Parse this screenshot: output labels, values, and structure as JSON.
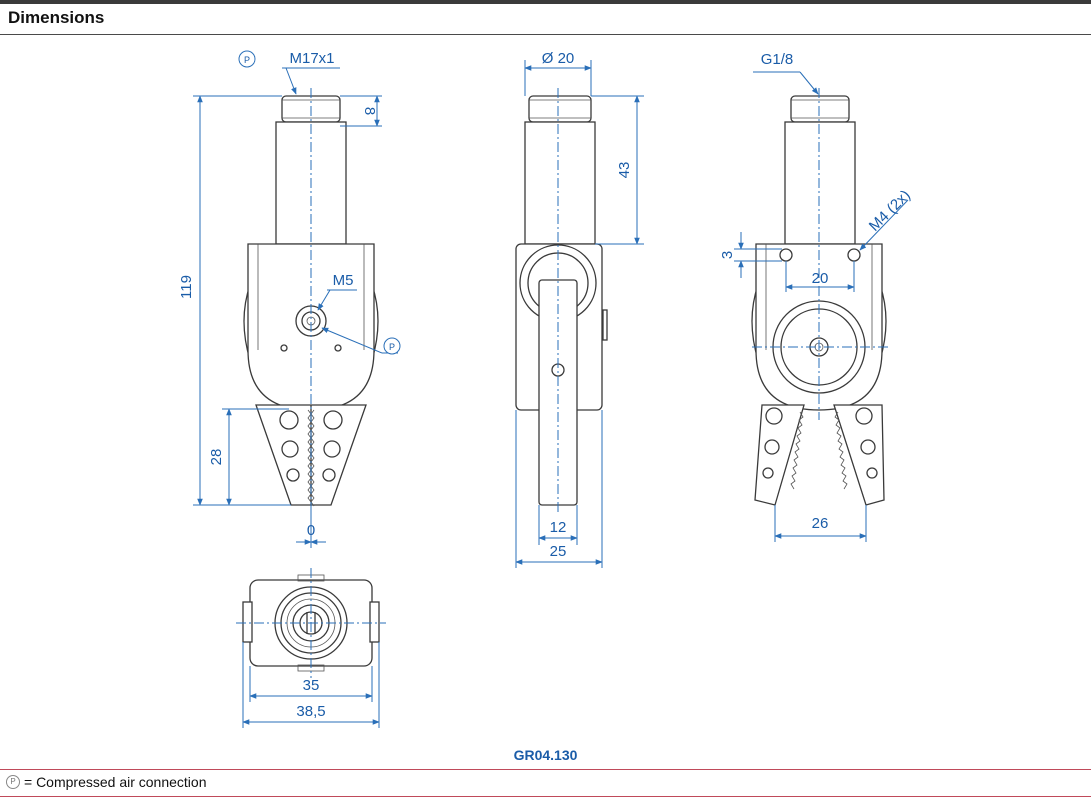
{
  "header": {
    "title": "Dimensions"
  },
  "front_view": {
    "port_symbol": "P",
    "thread_label": "M17x1",
    "dim_thread_len": "8",
    "dim_total_height": "119",
    "hole_label": "M5",
    "side_port_symbol": "P",
    "dim_jaw_len": "28",
    "dim_offset": "0"
  },
  "side_view": {
    "dim_diameter": "Ø 20",
    "dim_shaft_len": "43",
    "dim_jaw_width": "12",
    "dim_body_width": "25"
  },
  "open_view": {
    "port_label": "G1/8",
    "mount_label": "M4 (2x)",
    "dim_hole_offset": "3",
    "dim_hole_spacing": "20",
    "dim_jaw_opening": "26"
  },
  "top_view": {
    "dim_inner_width": "35",
    "dim_outer_width": "38,5"
  },
  "caption": "GR04.130",
  "legend": {
    "symbol": "P",
    "text": "= Compressed air connection"
  },
  "colors": {
    "dimension": "#2a6fb8",
    "caption": "#1a5ca8",
    "outline": "#3a3a3a",
    "footer_rule": "#c04a5a"
  }
}
